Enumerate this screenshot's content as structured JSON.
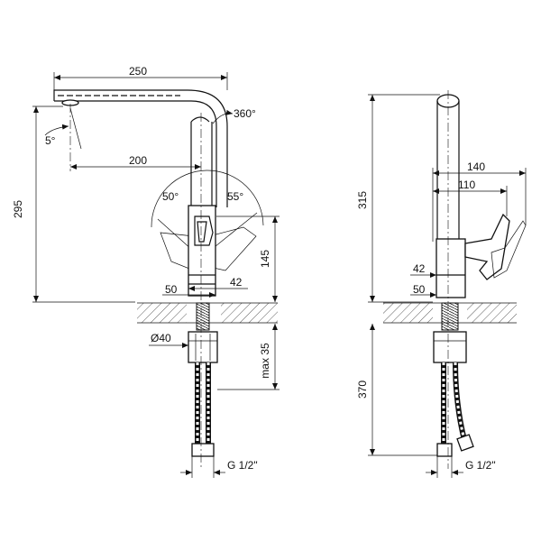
{
  "drawing": {
    "front_view": {
      "width_250": "250",
      "height_295": "295",
      "spout_reach_200": "200",
      "swivel_360": "360°",
      "tilt_5": "5°",
      "lever_left_50": "50°",
      "lever_right_55": "55°",
      "lever_height_145": "145",
      "base_42": "42",
      "base_50": "50",
      "shank_diameter": "Ø40",
      "shank_max": "max 35",
      "thread": "G 1/2\""
    },
    "side_view": {
      "height_315": "315",
      "depth_140": "140",
      "depth_110": "110",
      "base_42": "42",
      "base_50": "50",
      "hose_370": "370",
      "thread": "G 1/2\""
    }
  }
}
